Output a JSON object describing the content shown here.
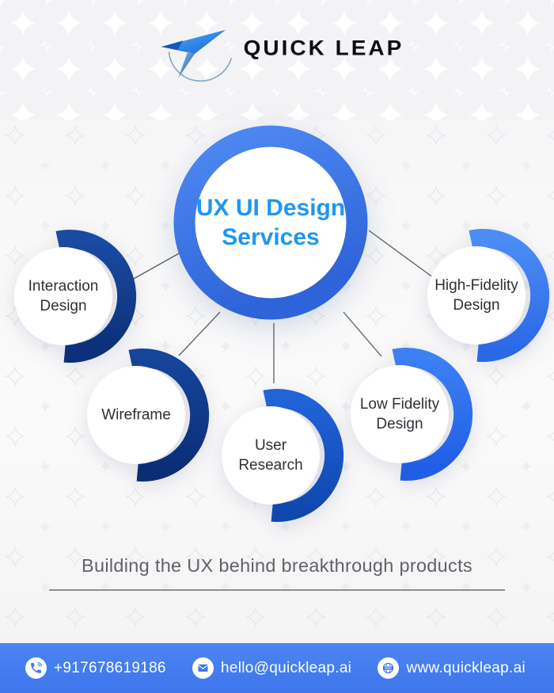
{
  "brand": {
    "wordmark": "QUICK LEAP",
    "icon": "paper-plane-swoosh-icon"
  },
  "center": {
    "line1": "UX UI Design",
    "line2": "Services",
    "text_color": "#1e97f0",
    "ring_color": "#3b77e8"
  },
  "nodes": [
    {
      "id": "interaction-design",
      "line1": "Interaction",
      "line2": "Design",
      "arc_color": "#10388a"
    },
    {
      "id": "high-fidelity-design",
      "line1": "High-Fidelity",
      "line2": "Design",
      "arc_color": "#3d7df0"
    },
    {
      "id": "wireframe",
      "line1": "Wireframe",
      "line2": "",
      "arc_color": "#0d3a8f"
    },
    {
      "id": "user-research",
      "line1": "User",
      "line2": "Research",
      "arc_color": "#1857c8"
    },
    {
      "id": "low-fidelity-design",
      "line1": "Low Fidelity",
      "line2": "Design",
      "arc_color": "#2e6ff0"
    }
  ],
  "tagline": {
    "text": "Building the UX behind breakthrough products"
  },
  "footer": {
    "bg_color": "#4279ee",
    "globe_badge": "www",
    "items": [
      {
        "icon": "phone-icon",
        "label": "+917678619186"
      },
      {
        "icon": "email-icon",
        "label": "hello@quickleap.ai"
      },
      {
        "icon": "globe-icon",
        "label": "www.quickleap.ai"
      }
    ]
  }
}
